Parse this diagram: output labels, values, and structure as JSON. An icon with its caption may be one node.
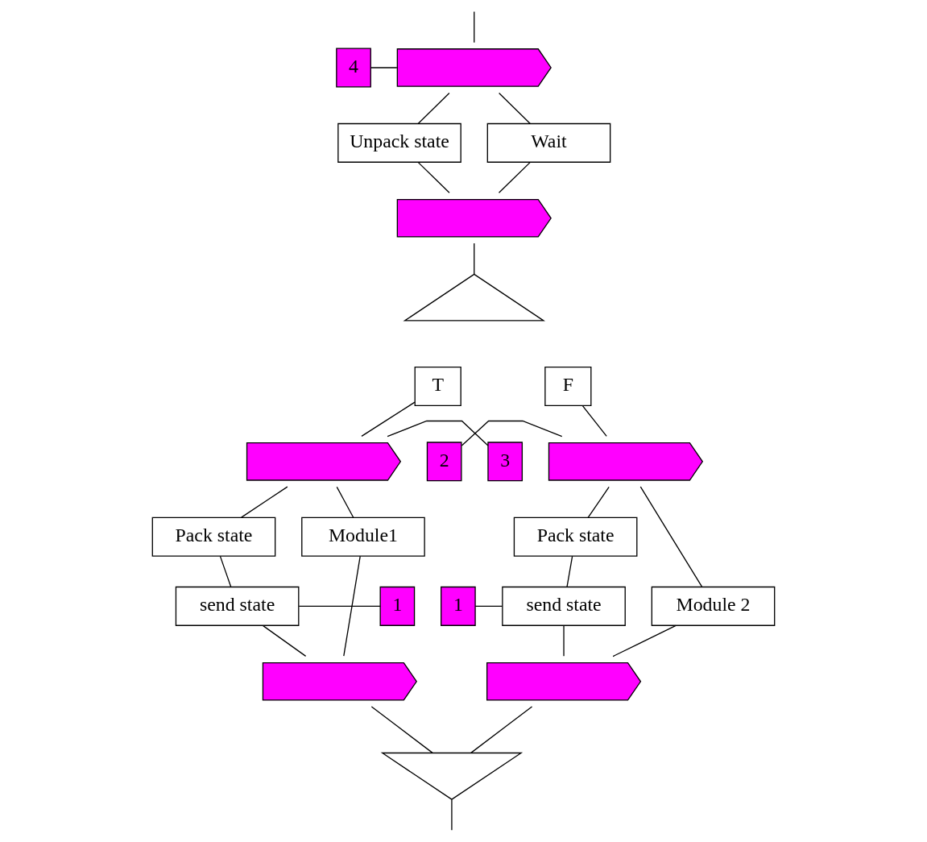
{
  "diagram": {
    "nodes": [
      {
        "text": [
          "4"
        ]
      },
      {
        "text": [],
        "shape": "pentagon"
      },
      {
        "text": [
          "Unpack state"
        ]
      },
      {
        "text": [
          "Wait"
        ]
      },
      {
        "text": [],
        "shape": "pentagon"
      },
      {
        "text": [],
        "shape": "triangle"
      },
      {
        "text": [
          "T"
        ]
      },
      {
        "text": [
          "F"
        ]
      },
      {
        "text": [
          "3"
        ]
      },
      {
        "text": [],
        "shape": "pentagon"
      },
      {
        "text": [
          "Pack state"
        ]
      },
      {
        "text": [
          "Module1"
        ]
      },
      {
        "text": [
          "1"
        ]
      },
      {
        "text": [
          "send state"
        ]
      },
      {
        "text": [],
        "shape": "pentagon"
      },
      {
        "text": [
          "2"
        ]
      },
      {
        "text": [],
        "shape": "pentagon"
      },
      {
        "text": [
          "Pack state"
        ]
      },
      {
        "text": [
          "Module 2"
        ]
      },
      {
        "text": [
          "1"
        ]
      },
      {
        "text": [
          "send state"
        ]
      },
      {
        "text": [],
        "shape": "pentagon"
      },
      {
        "text": [],
        "shape": "triangle"
      }
    ],
    "edges": [
      {
        "from": null,
        "to": 1,
        "arrow": "none"
      },
      {
        "from": 0,
        "to": 1,
        "arrow": "none"
      },
      {
        "from": 1,
        "to": 2,
        "arrow": "none"
      },
      {
        "from": 1,
        "to": 3,
        "arrow": "none"
      },
      {
        "from": 3,
        "to": 4,
        "arrow": "none"
      },
      {
        "from": 2,
        "to": 4,
        "arrow": "none"
      },
      {
        "from": 4,
        "to": 5,
        "arrow": "none"
      },
      {
        "from": 6,
        "to": 9,
        "arrow": "none"
      },
      {
        "from": 7,
        "to": 16,
        "arrow": "none"
      },
      {
        "from": 8,
        "to": 9,
        "arrow": "none"
      },
      {
        "from": 9,
        "to": 10,
        "arrow": "none"
      },
      {
        "from": 9,
        "to": 11,
        "arrow": "none"
      },
      {
        "from": 10,
        "to": 13,
        "arrow": "none"
      },
      {
        "from": 12,
        "to": 13,
        "arrow": "none"
      },
      {
        "from": 11,
        "to": 14,
        "arrow": "none"
      },
      {
        "from": 13,
        "to": 14,
        "arrow": "none"
      },
      {
        "from": 15,
        "to": 16,
        "arrow": "none"
      },
      {
        "from": 16,
        "to": 17,
        "arrow": "none"
      },
      {
        "from": 16,
        "to": 18,
        "arrow": "none"
      },
      {
        "from": 17,
        "to": 20,
        "arrow": "none"
      },
      {
        "from": 19,
        "to": 20,
        "arrow": "none"
      },
      {
        "from": 18,
        "to": 21,
        "arrow": "none"
      },
      {
        "from": 20,
        "to": 21,
        "arrow": "none"
      },
      {
        "from": 14,
        "to": 22,
        "arrow": "none"
      },
      {
        "from": 21,
        "to": 22,
        "arrow": "none"
      },
      {
        "from": 22,
        "to": null,
        "arrow": "none"
      }
    ]
  }
}
